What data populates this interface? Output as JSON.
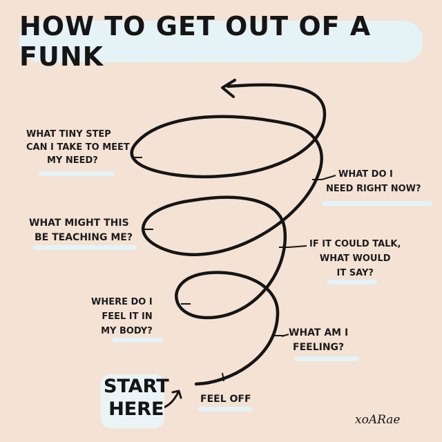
{
  "title": "HOW TO GET OUT OF A FUNK",
  "colors": {
    "background": "#f4e2d4",
    "highlight": "#e5f2f6",
    "ink": "#151515"
  },
  "start_label": {
    "line1": "START",
    "line2": "HERE"
  },
  "steps": {
    "feel_off": {
      "lines": [
        "FEEL OFF"
      ]
    },
    "what_am_i_feeling": {
      "lines": [
        "WHAT AM I",
        "FEELING?"
      ]
    },
    "where_in_body": {
      "lines": [
        "WHERE DO I",
        "FEEL IT IN",
        "MY BODY?"
      ]
    },
    "if_it_could_talk": {
      "lines": [
        "IF IT COULD TALK,",
        "WHAT WOULD",
        "IT SAY?"
      ]
    },
    "teaching_me": {
      "lines": [
        "WHAT MIGHT THIS",
        "BE TEACHING ME?"
      ]
    },
    "need_right_now": {
      "lines": [
        "WHAT DO I",
        "NEED RIGHT NOW?"
      ]
    },
    "tiny_step": {
      "lines": [
        "WHAT TINY STEP",
        "CAN I TAKE TO MEET",
        "MY NEED?"
      ]
    }
  },
  "signature": "xoARae"
}
